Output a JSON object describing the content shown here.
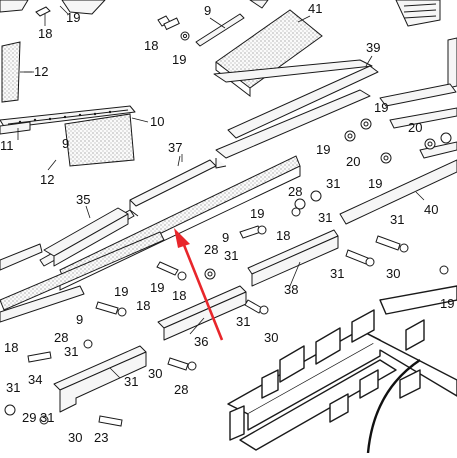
{
  "diagram": {
    "callouts": [
      "18",
      "19",
      "9",
      "41",
      "18",
      "19",
      "39",
      "12",
      "19",
      "20",
      "10",
      "11",
      "9",
      "19",
      "20",
      "12",
      "19",
      "37",
      "28",
      "31",
      "35",
      "19",
      "31",
      "40",
      "9",
      "18",
      "28",
      "31",
      "31",
      "31",
      "19",
      "18",
      "38",
      "30",
      "9",
      "19",
      "18",
      "19",
      "28",
      "31",
      "31",
      "36",
      "30",
      "18",
      "34",
      "31",
      "30",
      "28",
      "31",
      "29",
      "31",
      "30",
      "23"
    ],
    "arrow_color": "#e8262b"
  }
}
